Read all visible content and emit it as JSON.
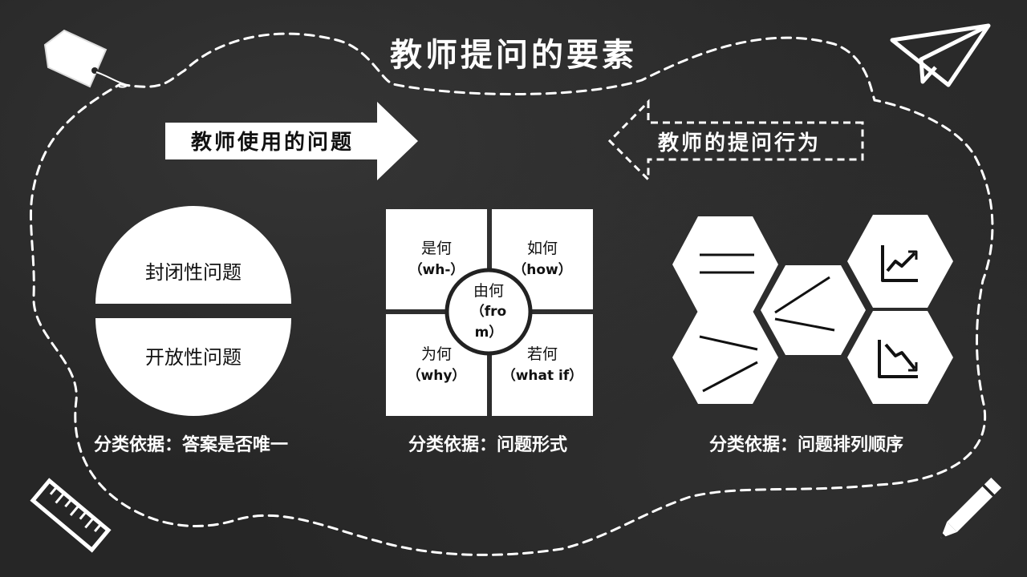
{
  "title": "教师提问的要素",
  "arrows": {
    "left_label": "教师使用的问题",
    "right_label": "教师的提问行为"
  },
  "closed_open": {
    "top": "封闭性问题",
    "bottom": "开放性问题",
    "caption": "分类依据：答案是否唯一"
  },
  "forms": {
    "top_left": {
      "zh": "是何",
      "en": "（wh-）"
    },
    "top_right": {
      "zh": "如何",
      "en": "（how）"
    },
    "bottom_left": {
      "zh": "为何",
      "en": "（why）"
    },
    "bottom_right": {
      "zh": "若何",
      "en": "（what if）"
    },
    "center": {
      "zh": "由何",
      "en1": "（fro",
      "en2": "m）"
    },
    "caption": "分类依据：问题形式"
  },
  "sequence": {
    "caption": "分类依据：问题排列顺序",
    "hex_icons": [
      "parallel-lines-icon",
      "diverging-lines-icon",
      "converging-lines-icon",
      "rising-chart-icon",
      "falling-chart-icon"
    ]
  },
  "decor_icons": [
    "tag-icon",
    "paper-plane-icon",
    "ruler-icon",
    "pencil-icon"
  ],
  "colors": {
    "background": "#262626",
    "chalk": "#ffffff",
    "ink": "#111111"
  }
}
